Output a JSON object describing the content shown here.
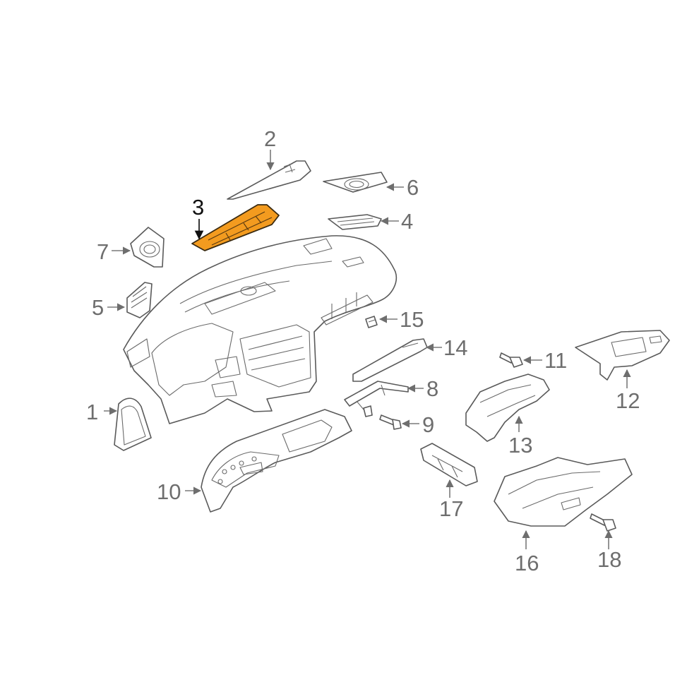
{
  "highlight_color": "#f39b1f",
  "callouts": [
    {
      "id": "1",
      "label": "1"
    },
    {
      "id": "2",
      "label": "2"
    },
    {
      "id": "3",
      "label": "3",
      "highlighted": true
    },
    {
      "id": "4",
      "label": "4"
    },
    {
      "id": "5",
      "label": "5"
    },
    {
      "id": "6",
      "label": "6"
    },
    {
      "id": "7",
      "label": "7"
    },
    {
      "id": "8",
      "label": "8"
    },
    {
      "id": "9",
      "label": "9"
    },
    {
      "id": "10",
      "label": "10"
    },
    {
      "id": "11",
      "label": "11"
    },
    {
      "id": "12",
      "label": "12"
    },
    {
      "id": "13",
      "label": "13"
    },
    {
      "id": "14",
      "label": "14"
    },
    {
      "id": "15",
      "label": "15"
    },
    {
      "id": "16",
      "label": "16"
    },
    {
      "id": "17",
      "label": "17"
    },
    {
      "id": "18",
      "label": "18"
    }
  ]
}
